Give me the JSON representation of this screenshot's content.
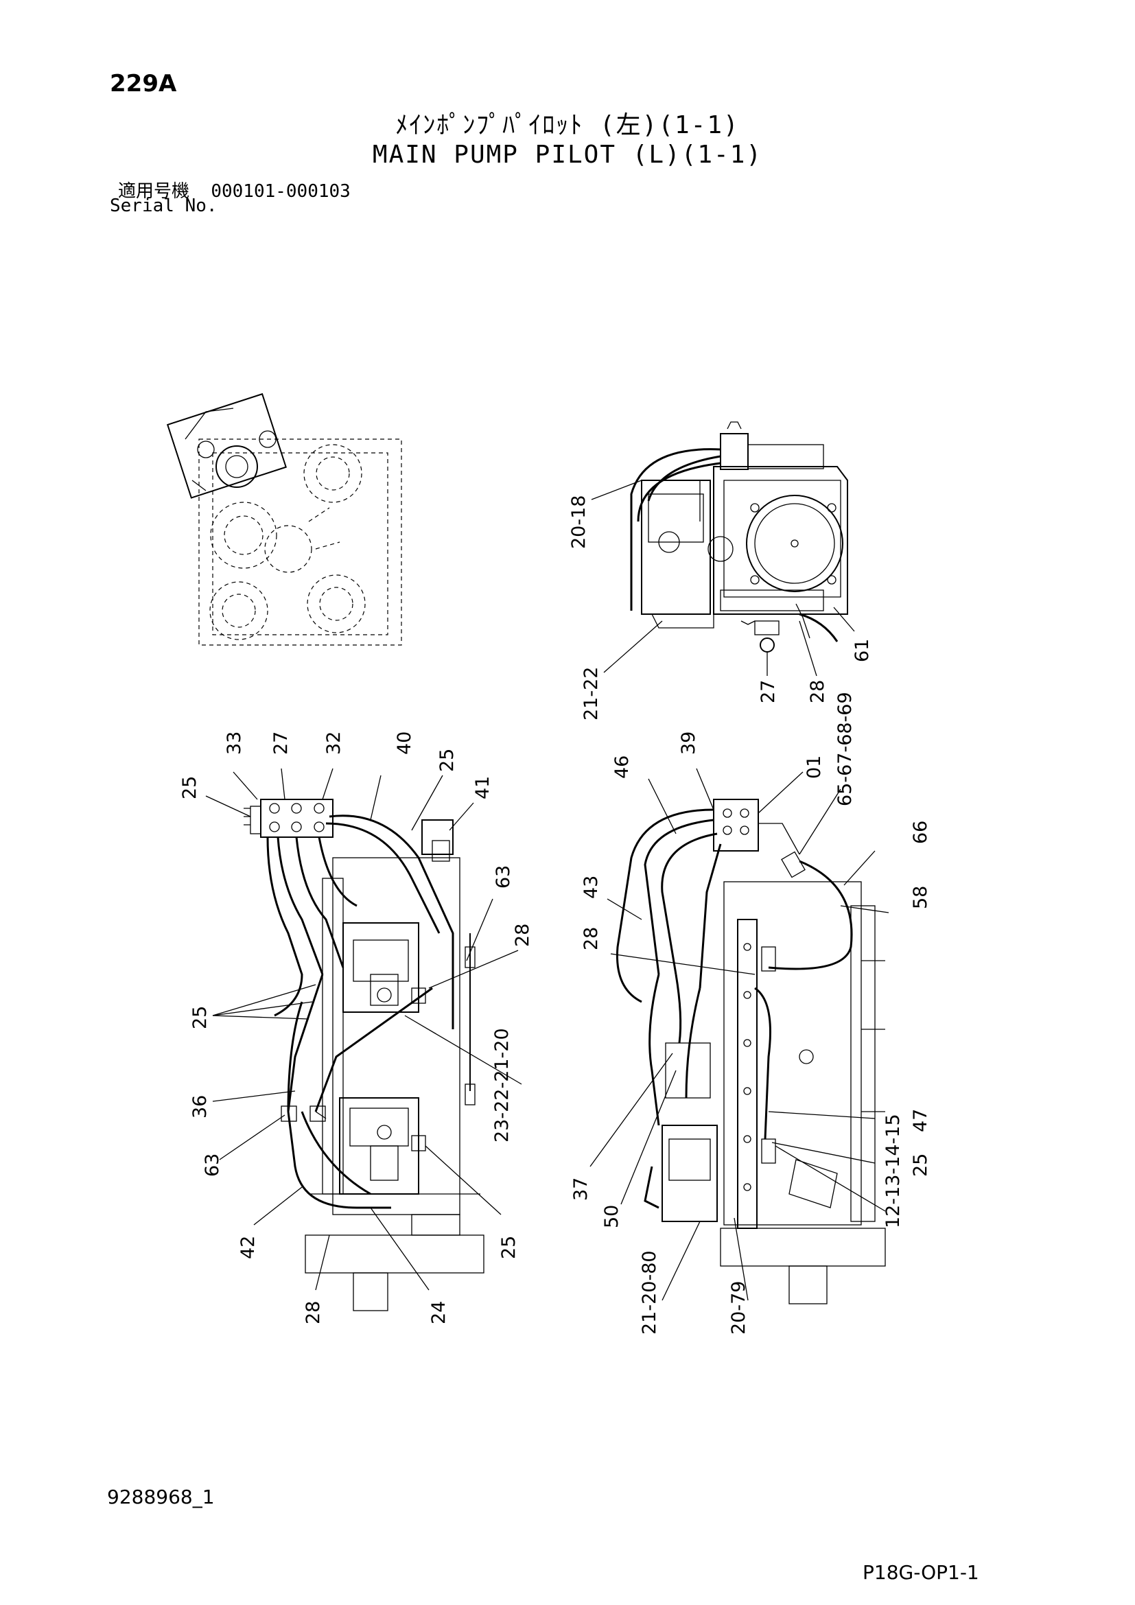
{
  "header": {
    "page_number": "229A",
    "title_jp": "ﾒｲﾝﾎﾟﾝﾌﾟﾊﾟｲﾛｯﾄ (左)(1-1)",
    "title_en": "MAIN PUMP PILOT (L)(1-1)",
    "serial_label_jp": "適用号機",
    "serial_range": "000101-000103",
    "serial_label_en": "Serial No."
  },
  "footer": {
    "document_number": "9288968_1",
    "reference_code": "P18G-OP1-1"
  },
  "callouts": {
    "top_right": [
      "20\n-\n18",
      "21\n-\n22",
      "27",
      "28",
      "61"
    ],
    "bottom_left": [
      "25",
      "33",
      "27",
      "32",
      "40",
      "25",
      "41",
      "63",
      "28",
      "25",
      "36",
      "63",
      "42",
      "28",
      "24",
      "25",
      "23-22-21-20"
    ],
    "bottom_right": [
      "46",
      "39",
      "01",
      "65-67-68-69",
      "66",
      "58",
      "43",
      "28",
      "47",
      "25",
      "12-13-14-15",
      "37",
      "50",
      "21-20-80",
      "20-79"
    ]
  }
}
